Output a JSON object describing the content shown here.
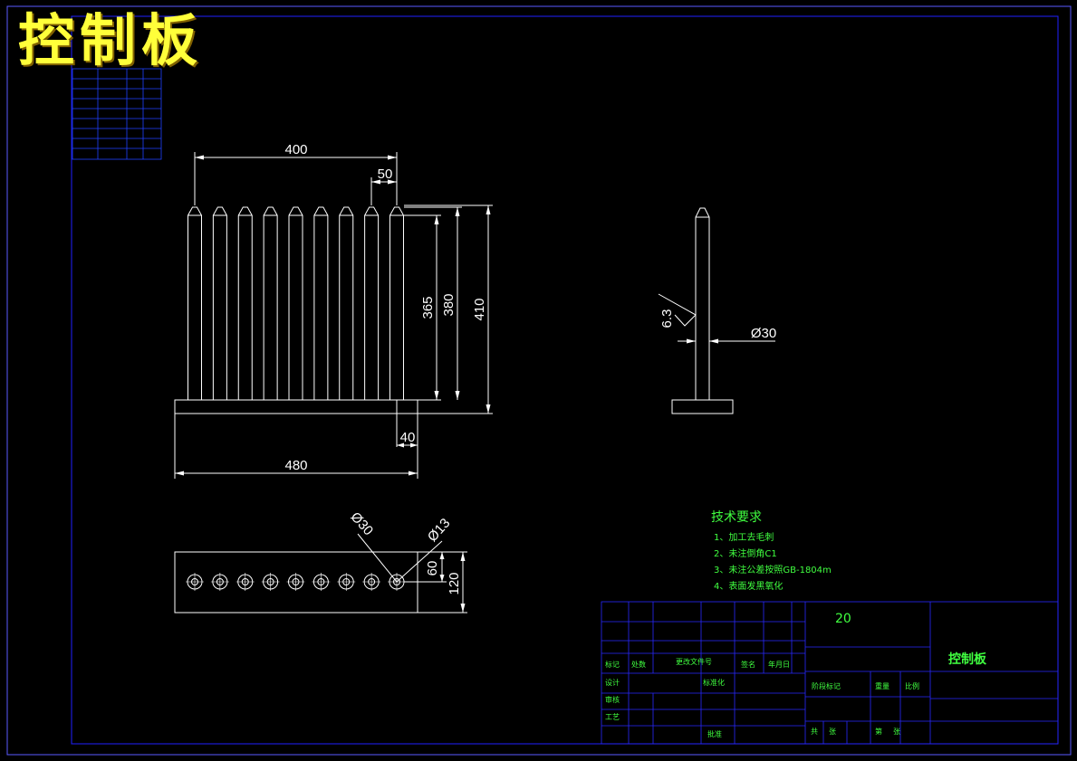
{
  "header": {
    "title": "控制板"
  },
  "dimensions": {
    "d400": "400",
    "d50": "50",
    "d365": "365",
    "d380": "380",
    "d410": "410",
    "d40": "40",
    "d480": "480",
    "d63": "6.3",
    "dphi30_side": "Ø30",
    "dphi30_top": "Ø30",
    "dphi13": "Ø13",
    "d60": "60",
    "d120": "120"
  },
  "tech_requirements": {
    "heading": "技术要求",
    "items": [
      "1、加工去毛刺",
      "2、未注倒角C1",
      "3、未注公差按照GB-1804m",
      "4、表面发黑氧化"
    ]
  },
  "title_block": {
    "material": "20",
    "part_name": "控制板",
    "cells": [
      "标记",
      "处数",
      "更改文件号",
      "签名",
      "年月日",
      "设计",
      "标准化",
      "审核",
      "工艺",
      "批准",
      "阶段标记",
      "重量",
      "比例",
      "共",
      "张",
      "第",
      "张"
    ]
  },
  "colors": {
    "background": "#000000",
    "lines": "#ffffff",
    "frame": "#2020ff",
    "title": "#ffff3a",
    "annotation": "#40ff40"
  }
}
